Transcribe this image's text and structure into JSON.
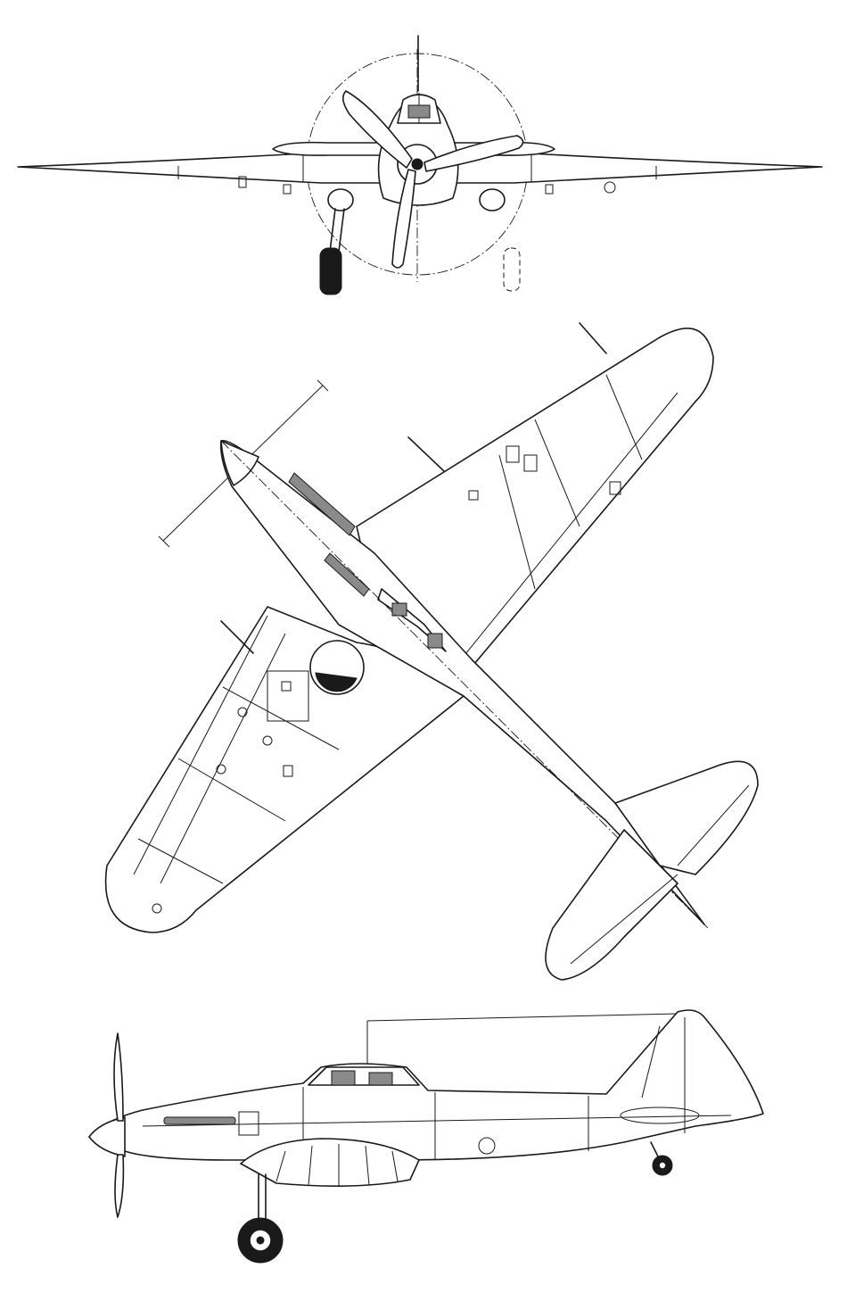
{
  "figure": {
    "subject": "three-view-aircraft-drawing",
    "views": [
      {
        "id": "front-view"
      },
      {
        "id": "plan-view"
      },
      {
        "id": "side-view"
      }
    ]
  },
  "colors": {
    "ink": "#1a1a1a",
    "paper": "#ffffff",
    "shade": "#8a8a8a"
  }
}
